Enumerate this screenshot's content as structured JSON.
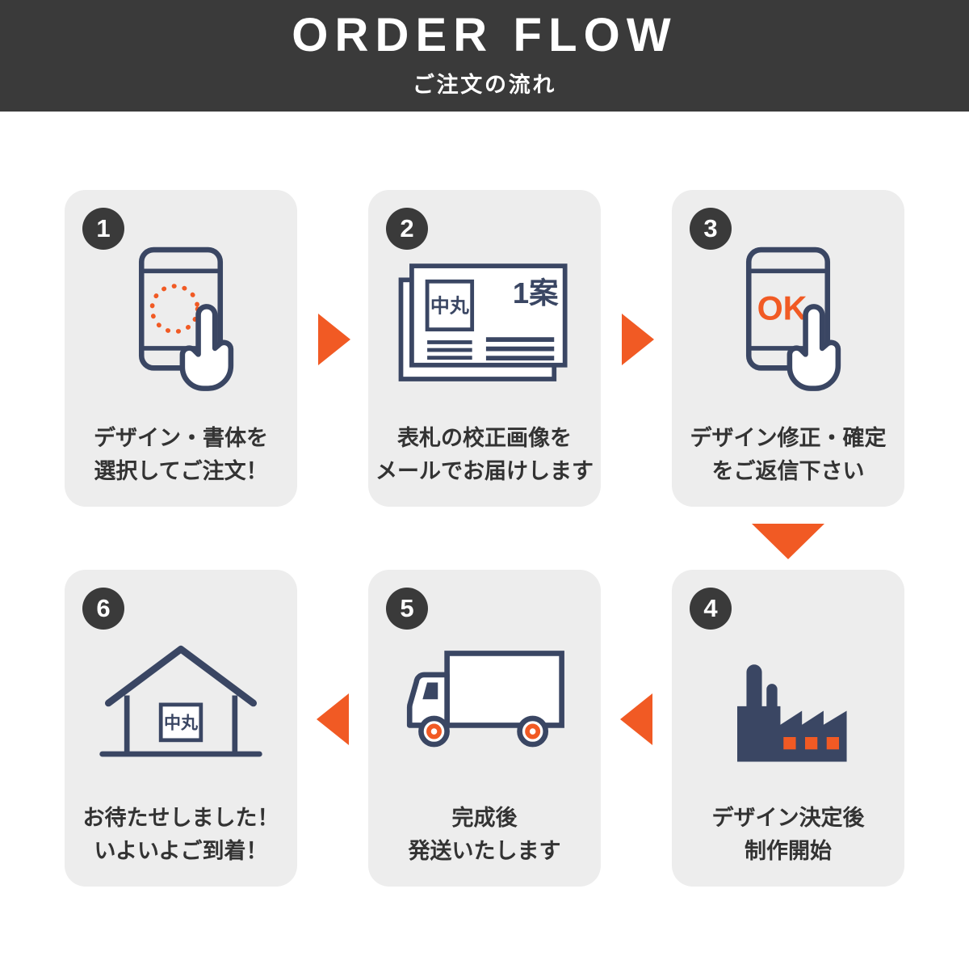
{
  "header": {
    "title": "ORDER FLOW",
    "subtitle": "ご注文の流れ"
  },
  "steps": [
    {
      "number": "1",
      "icon": "phone-select-icon",
      "caption1": "デザイン・書体を",
      "caption2": "選択してご注文！"
    },
    {
      "number": "2",
      "icon": "proof-images-icon",
      "caption1": "表札の校正画像を",
      "caption2": "メールでお届けします",
      "proof_name": "中丸",
      "proof_label": "1案"
    },
    {
      "number": "3",
      "icon": "phone-ok-icon",
      "caption1": "デザイン修正・確定",
      "caption2": "をご返信下さい",
      "ok_label": "OK"
    },
    {
      "number": "4",
      "icon": "factory-icon",
      "caption1": "デザイン決定後",
      "caption2": "制作開始"
    },
    {
      "number": "5",
      "icon": "truck-icon",
      "caption1": "完成後",
      "caption2": "発送いたします"
    },
    {
      "number": "6",
      "icon": "house-icon",
      "caption1": "お待たせしました！",
      "caption2": "いよいよご到着！",
      "sign_name": "中丸"
    }
  ],
  "colors": {
    "accent": "#f15a24",
    "navy": "#3a4663",
    "header_bg": "#3a3a3a",
    "card_bg": "#ededed",
    "text": "#333333"
  }
}
